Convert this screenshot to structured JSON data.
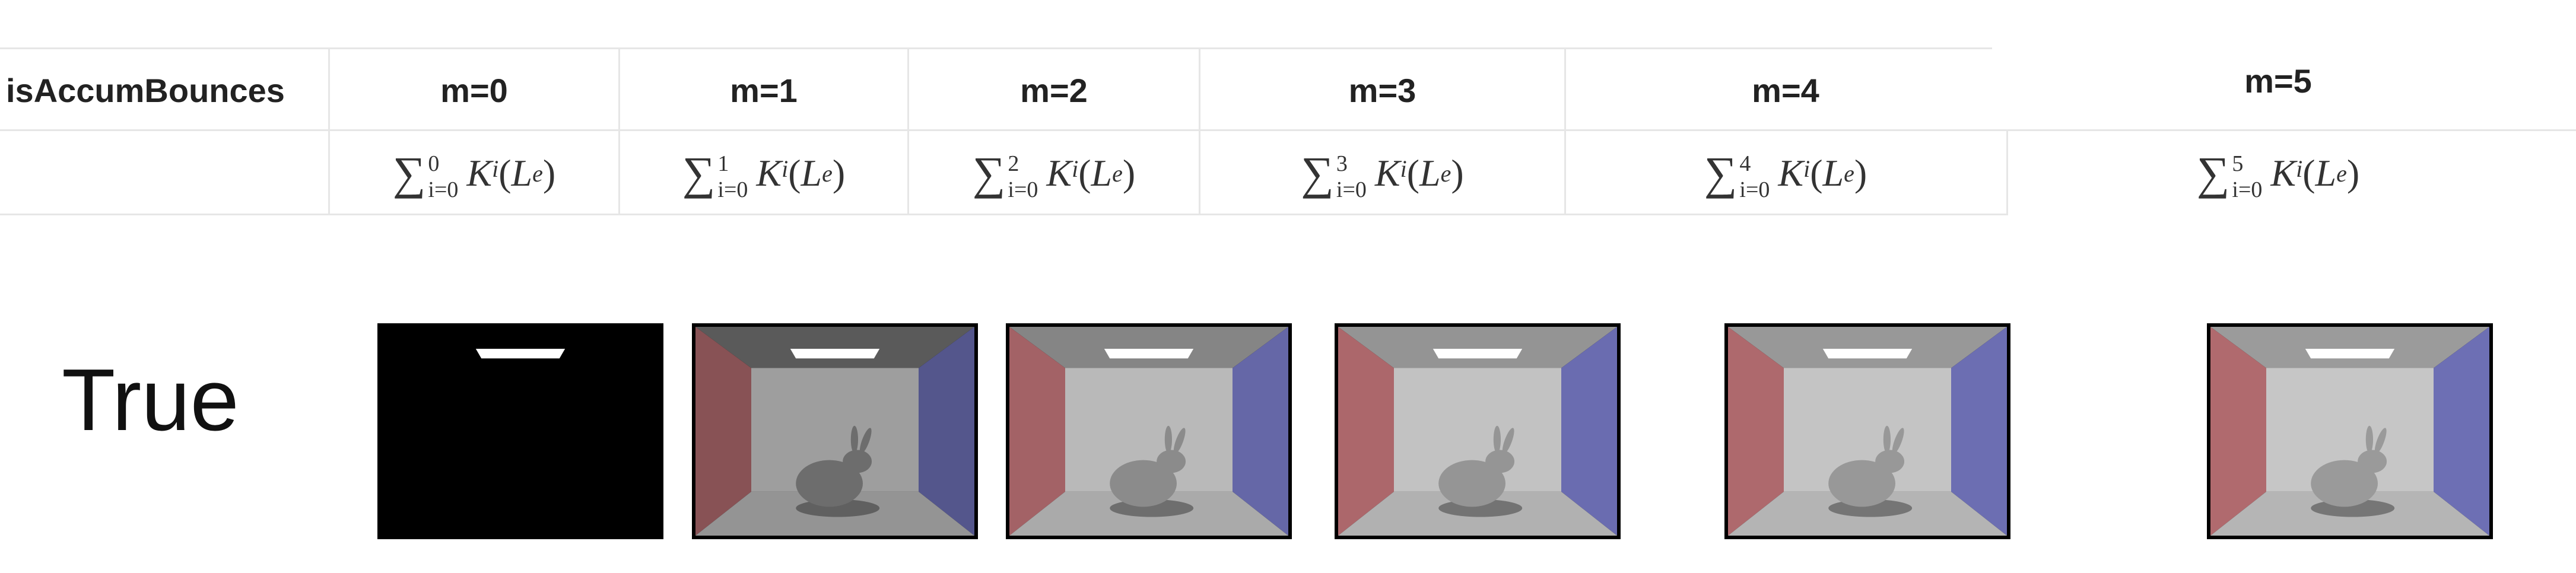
{
  "table": {
    "header_first": "isAccumBounces",
    "columns": [
      "m=0",
      "m=1",
      "m=2",
      "m=3",
      "m=4",
      "m=5"
    ],
    "formulas": [
      {
        "upper": "0",
        "lower": "i=0"
      },
      {
        "upper": "1",
        "lower": "i=0"
      },
      {
        "upper": "2",
        "lower": "i=0"
      },
      {
        "upper": "3",
        "lower": "i=0"
      },
      {
        "upper": "4",
        "lower": "i=0"
      },
      {
        "upper": "5",
        "lower": "i=0"
      }
    ],
    "formula_parts": {
      "op": "∑",
      "K": "K",
      "sup": "i",
      "L": "L",
      "sub": "e"
    }
  },
  "row_label": "True",
  "renders": [
    {
      "name": "m=0",
      "shading": 0.0
    },
    {
      "name": "m=1",
      "shading": 0.55
    },
    {
      "name": "m=2",
      "shading": 0.85
    },
    {
      "name": "m=3",
      "shading": 0.95
    },
    {
      "name": "m=4",
      "shading": 0.98
    },
    {
      "name": "m=5",
      "shading": 1.0
    }
  ],
  "colors": {
    "grid_line": "#e6e6e6",
    "frame": "#000000",
    "wall_left": "#b06a6e",
    "wall_right": "#6d6fb4",
    "wall_back": "#c6c6c6",
    "light": "#ffffff"
  }
}
